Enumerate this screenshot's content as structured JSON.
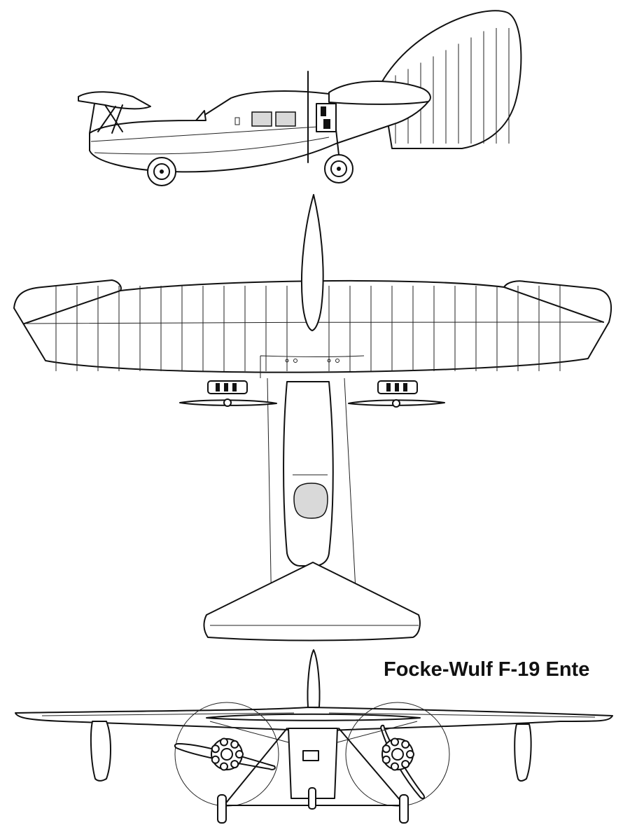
{
  "title": "Focke-Wulf F-19 Ente",
  "views": {
    "side": "side-view",
    "top": "top-view",
    "front": "front-view"
  },
  "colors": {
    "line": "#111111",
    "background": "#ffffff",
    "window_fill": "#d9d9d9"
  }
}
